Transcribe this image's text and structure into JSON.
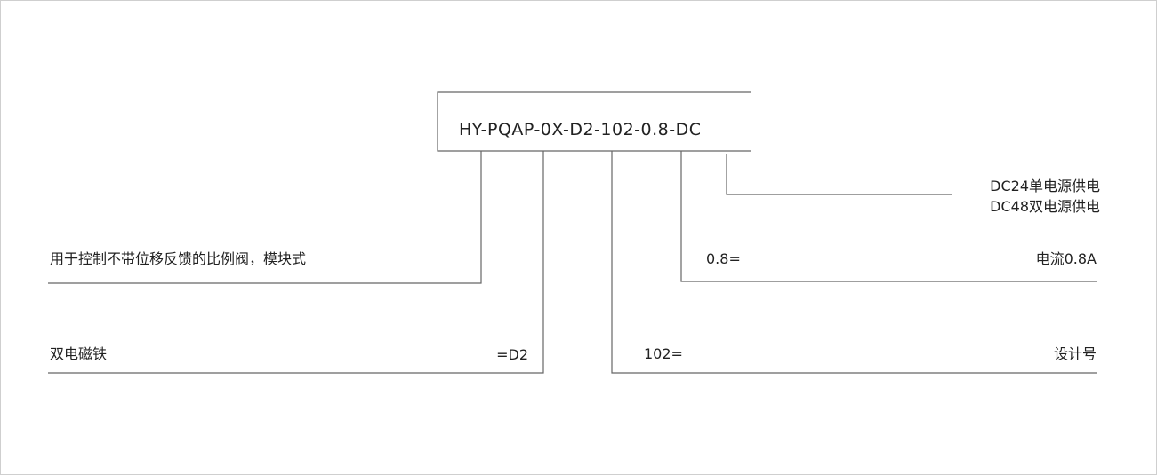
{
  "model_code": "HY-PQAP-0X-D2-102-0.8-DC",
  "annotations": {
    "series": "用于控制不带位移反馈的比例阀，模块式",
    "solenoid_label": "双电磁铁",
    "solenoid_code": "=D2",
    "design_code": "102=",
    "design_label": "设计号",
    "current_code": "0.8=",
    "current_label": "电流0.8A",
    "power_dc24": "DC24单电源供电",
    "power_dc48": "DC48双电源供电"
  }
}
